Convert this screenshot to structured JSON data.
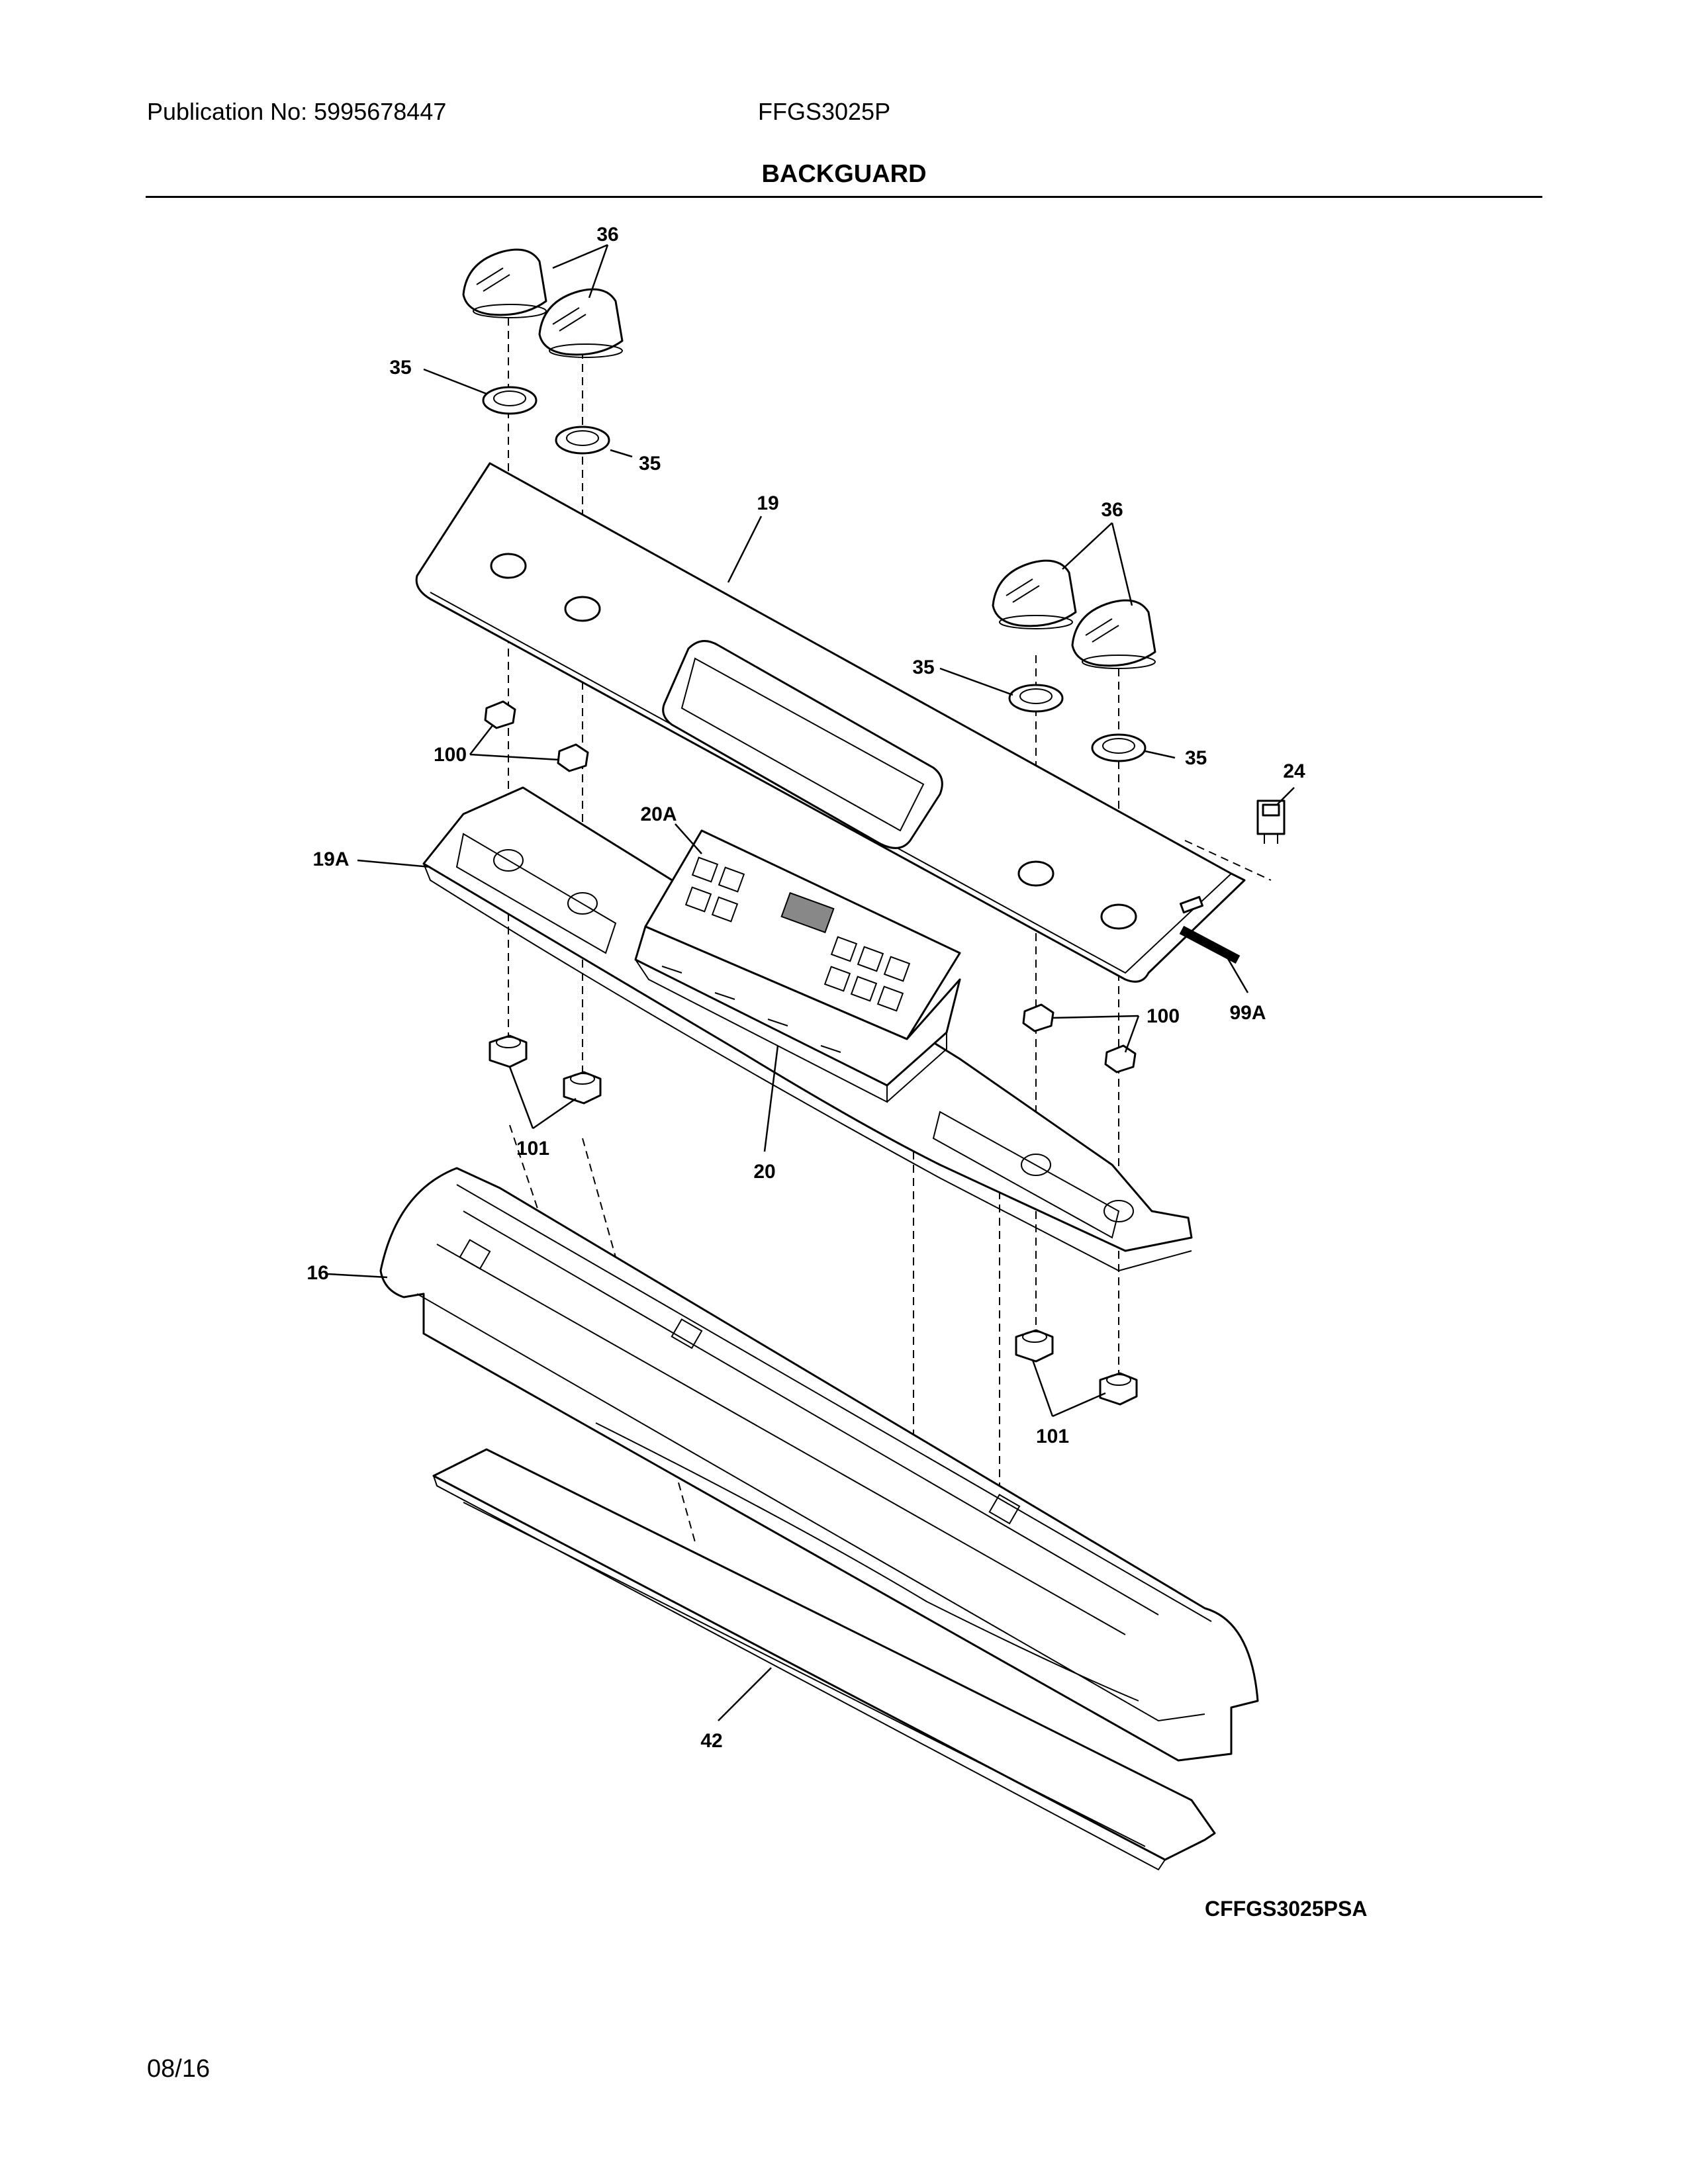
{
  "header": {
    "publication": "Publication No: 5995678447",
    "model": "FFGS3025P",
    "title": "BACKGUARD"
  },
  "callouts": {
    "c36a": "36",
    "c35a": "35",
    "c35b": "35",
    "c19": "19",
    "c36b": "36",
    "c35c": "35",
    "c35d": "35",
    "c24": "24",
    "c100a": "100",
    "c20a": "20A",
    "c19a": "19A",
    "c100b": "100",
    "c99a": "99A",
    "c101a": "101",
    "c20": "20",
    "c16": "16",
    "c101b": "101",
    "c42": "42"
  },
  "footer": {
    "drawing_code": "CFFGS3025PSA",
    "date": "08/16"
  }
}
